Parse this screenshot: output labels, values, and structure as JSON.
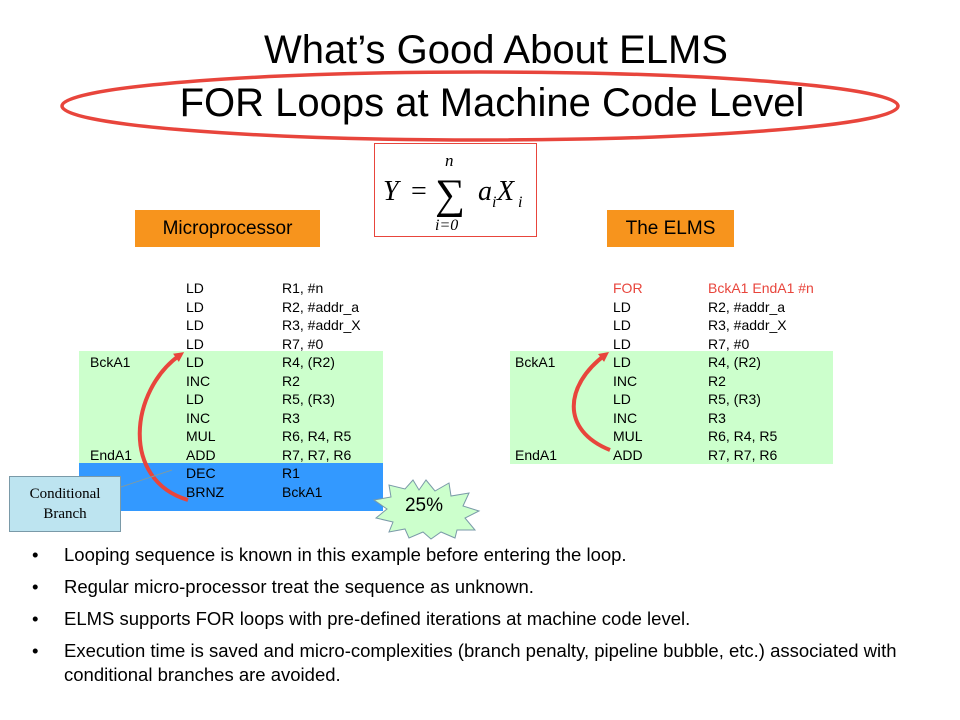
{
  "title_line1": "What’s Good About ELMS",
  "title_line2": "FOR Loops at Machine Code Level",
  "formula": {
    "lhs": "Y",
    "eq": "=",
    "upper": "n",
    "sigma": "∑",
    "lower": "i=0",
    "term_a": "a",
    "sub_i1": "i",
    "term_x": "X",
    "sub_i2": "i"
  },
  "label_micro": "Microprocessor",
  "label_elms": "The ELMS",
  "micro_code": [
    {
      "label": "",
      "op": "LD",
      "arg": "R1, #n"
    },
    {
      "label": "",
      "op": "LD",
      "arg": "R2, #addr_a"
    },
    {
      "label": "",
      "op": "LD",
      "arg": "R3, #addr_X"
    },
    {
      "label": "",
      "op": "LD",
      "arg": "R7, #0"
    },
    {
      "label": "BckA1",
      "op": "LD",
      "arg": "R4, (R2)"
    },
    {
      "label": "",
      "op": "INC",
      "arg": "R2"
    },
    {
      "label": "",
      "op": "LD",
      "arg": "R5, (R3)"
    },
    {
      "label": "",
      "op": "INC",
      "arg": "R3"
    },
    {
      "label": "",
      "op": "MUL",
      "arg": "R6, R4, R5"
    },
    {
      "label": "EndA1",
      "op": "ADD",
      "arg": "R7, R7, R6"
    },
    {
      "label": "",
      "op": "DEC",
      "arg": "R1"
    },
    {
      "label": "",
      "op": "BRNZ",
      "arg": "BckA1"
    }
  ],
  "elms_code": [
    {
      "label": "",
      "op": "FOR",
      "arg": "BckA1 EndA1 #n"
    },
    {
      "label": "",
      "op": "LD",
      "arg": "R2, #addr_a"
    },
    {
      "label": "",
      "op": "LD",
      "arg": "R3, #addr_X"
    },
    {
      "label": "",
      "op": "LD",
      "arg": "R7, #0"
    },
    {
      "label": "BckA1",
      "op": "LD",
      "arg": "R4, (R2)"
    },
    {
      "label": "",
      "op": "INC",
      "arg": "R2"
    },
    {
      "label": "",
      "op": "LD",
      "arg": "R5, (R3)"
    },
    {
      "label": "",
      "op": "INC",
      "arg": "R3"
    },
    {
      "label": "",
      "op": "MUL",
      "arg": "R6, R4, R5"
    },
    {
      "label": "EndA1",
      "op": "ADD",
      "arg": "R7, R7, R6"
    }
  ],
  "callout_line1": "Conditional",
  "callout_line2": "Branch",
  "overhead_pct": "25%",
  "bullets": [
    "Looping sequence is known in this example before entering the loop.",
    "Regular micro-processor treat the sequence as unknown.",
    "ELMS supports FOR loops with pre-defined iterations at machine code level.",
    "Execution time is saved and micro-complexities (branch penalty, pipeline bubble, etc.) associated with conditional branches are avoided."
  ],
  "bullet_char": "•",
  "colors": {
    "highlight_red": "#e8453c",
    "label_orange": "#f7941d",
    "loop_green": "#ccffcc",
    "branch_blue": "#3399ff",
    "callout_blue": "#bde4f0",
    "starburst_green": "#ccffcc"
  }
}
